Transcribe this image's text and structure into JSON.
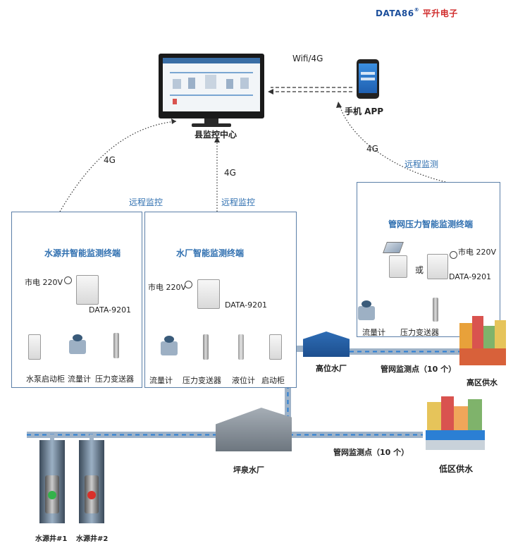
{
  "brand": {
    "en": "DATA86",
    "cn": "平升电子"
  },
  "center": {
    "label": "县监控中心"
  },
  "phone": {
    "label": "手机 APP",
    "link": "Wifi/4G"
  },
  "links": {
    "left_4g": "4G",
    "mid_4g": "4G",
    "right_4g": "4G",
    "left_remote": "远程监控",
    "mid_remote": "远程监控",
    "right_remote": "远程监测"
  },
  "well_box": {
    "title": "水源井智能监测终端",
    "power": "市电 220V",
    "model": "DATA-9201",
    "devices": [
      "水泵启动柜",
      "流量计",
      "压力变送器"
    ]
  },
  "plant_box": {
    "title": "水厂智能监测终端",
    "power": "市电 220V",
    "model": "DATA-9201",
    "devices": [
      "流量计",
      "压力变送器",
      "液位计",
      "启动柜"
    ]
  },
  "pipe_box": {
    "title": "管网压力智能监测终端",
    "or": "或",
    "power": "市电 220V",
    "model": "DATA-9201",
    "devices": [
      "流量计",
      "压力变送器"
    ]
  },
  "sites": {
    "high_plant": "高位水厂",
    "pingquan_plant": "坪泉水厂",
    "high_points": "管网监测点（10 个）",
    "low_points": "管网监测点（10 个）",
    "high_supply": "高区供水",
    "low_supply": "低区供水",
    "well1": "水源井#1",
    "well2": "水源井#2"
  },
  "colors": {
    "title_blue": "#2f6fb0",
    "pipe": "#9fb3c8",
    "pipe_flow": "#2b7fd4",
    "box_border": "#5b7fa8"
  }
}
